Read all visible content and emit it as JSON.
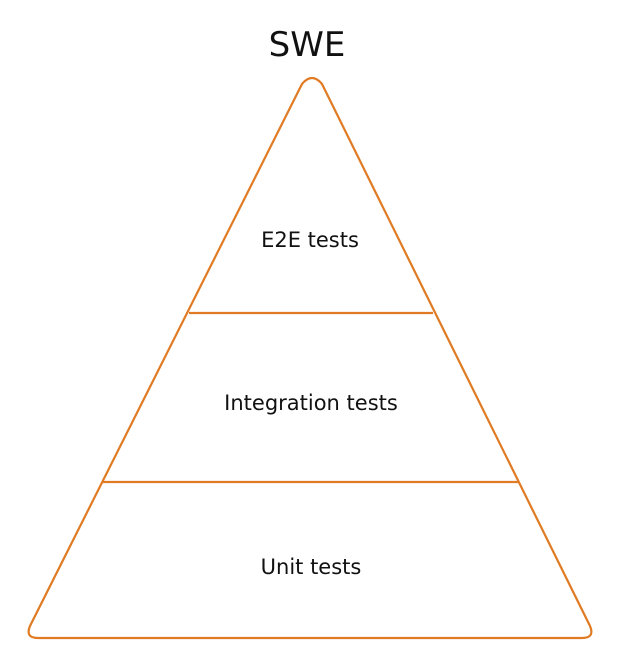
{
  "title": "SWE",
  "levels": [
    {
      "label": "E2E tests"
    },
    {
      "label": "Integration tests"
    },
    {
      "label": "Unit tests"
    }
  ],
  "colors": {
    "outline": "#e07b24",
    "text": "#111111",
    "background": "#ffffff"
  }
}
